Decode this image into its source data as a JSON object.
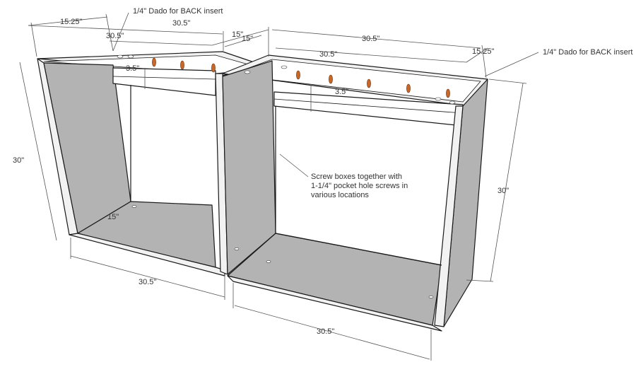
{
  "notes": {
    "dado_left": "1/4\" Dado for BACK insert",
    "dado_right": "1/4\" Dado for BACK insert",
    "screws_line1": "Screw boxes together with",
    "screws_line2": "1-1/4\" pocket hole screws in",
    "screws_line3": "various locations"
  },
  "dimensions": {
    "left_depth_top": "15.25\"",
    "left_width_top": "30.5\"",
    "left_inner_width_top": "30.5\"",
    "center_depth_a": "15\"",
    "center_depth_b": "15\"",
    "right_width_top": "30.5\"",
    "right_inner_width_top": "30.5\"",
    "right_depth_top": "15.25\"",
    "left_stretcher": "3.5\"",
    "right_stretcher": "3.5\"",
    "left_height": "30\"",
    "right_height": "30\"",
    "left_bottom_depth": "15\"",
    "left_bottom_width": "30.5\"",
    "right_bottom_width": "30.5\""
  },
  "colors": {
    "panel_fill": "#b3b3b3",
    "edge_fill": "#f2f2f2",
    "line": "#1a1a1a",
    "dim_line": "#555555",
    "screw": "#c8672a"
  }
}
